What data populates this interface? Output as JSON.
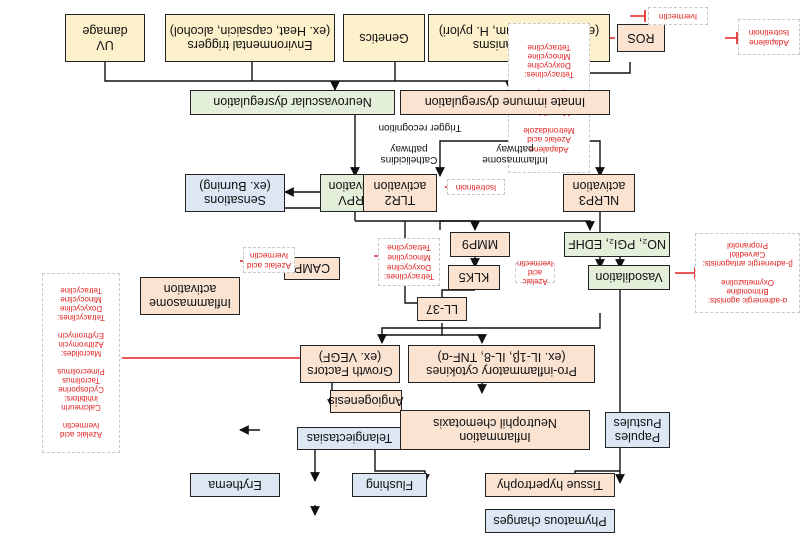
{
  "nodes": {
    "uv": "UV\ndamage",
    "environmental": "Environmental triggers\n(ex. Heat, capsaicin, alcohol)",
    "genetics": "Genetics",
    "microorganisms": "Micro-organisms\n(ex. D. folliculorum, H. pylori)",
    "ros": "ROS",
    "neurovascular": "Neurovascular dysregulation",
    "innate_immune": "Innate immune dysregulation",
    "trpv": "TRPV\nactivation",
    "sensations": "Sensations\n(ex. Burning)",
    "tlr2": "TLR2\nactivation",
    "nlrp3": "NLRP3\nactivation",
    "no_pgi2": "NO₂, PGI₂, EDHF",
    "mmp9": "MMP9",
    "camp": "CAMP",
    "vasodilation": "Vasodilation",
    "klk5": "KLK5",
    "ll37": "LL-37",
    "inflammasome": "Inflammasome\nactivation",
    "growth_factors": "Growth Factors\n(ex. VEGF)",
    "cytokines": "Pro-inflammatory cytokines\n(ex. IL-1β, IL-8, TNF-α)",
    "angiogenesis": "Angiogenesis",
    "telangiectasias": "Telangiectasias",
    "inflammation": "Inflammation\nNeutrophil chemotaxis",
    "papules": "Papules\nPustules",
    "erythema": "Erythema",
    "flushing": "Flushing",
    "tissue_hypertrophy": "Tissue hypertrophy",
    "phymatous": "Phymatous changes"
  },
  "labels": {
    "trigger_recognition": "Trigger recognition",
    "cathelicidins_pathway": "Cathelicidins\npathway",
    "inflammasome_pathway": "Inflammasome\npathway"
  },
  "drugs": {
    "uv": "Adapalene\nIsotretinoin",
    "ros": "Ivermectin",
    "ros_side": "Adapalene\nAzelaic acid\nMetronidazole\n\nMacrolides:\nAzithromycin\nErythromycin\n\nTetracyclines:\nDoxycycline\nMinocycline\nTetracycline",
    "tlr2": "Isotretinoin",
    "camp": "Azelaic acid\nIvermectin",
    "mmp9": "Tetracyclines:\nDoxycycline\nMinocycline\nTetracycline",
    "klk5": "Azelaic acid\nIvermectin",
    "vasodilation": "α-adrenergic agonists:\nBrimonidine\nOxymetazoline\n\nβ-adrenergic antagonists:\nCarvedilol\nPropranolol",
    "cytokines": "Azelaic acid\nIvermectin\n\nCalcineurin inhibitors:\nCyclosporine\nTacrolimus\nPimecrolimus\n\nMacrolides:\nAzithromycin\nErythromycin\n\nTetracyclines:\nDoxycycline\nMinocycline\nTetracycline"
  },
  "colors": {
    "peach": "#fbe3d2",
    "yellow": "#fdf1cc",
    "green": "#e4efda",
    "blue": "#dde7f3",
    "inhibitor": "#e02020"
  }
}
